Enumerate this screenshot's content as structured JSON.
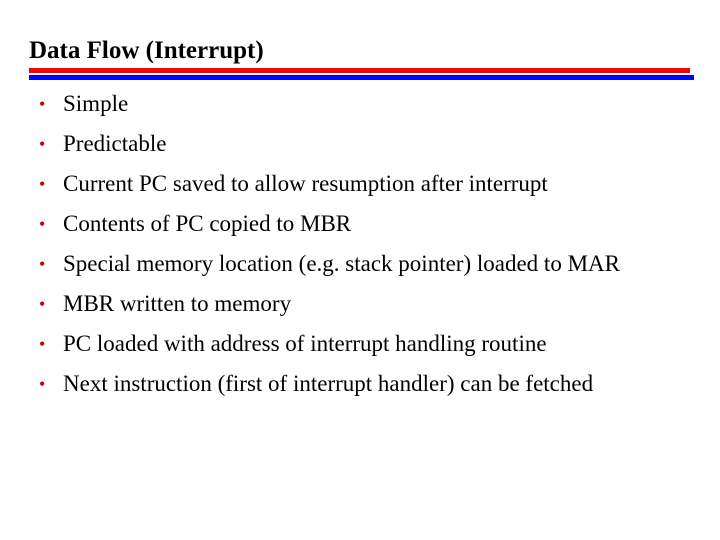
{
  "slide": {
    "title": "Data Flow (Interrupt)",
    "divider": {
      "top_color": "#ff0000",
      "bottom_color": "#0000ff"
    },
    "bullet_glyph": "•",
    "bullet_color": "#cc0000",
    "text_color": "#000000",
    "background_color": "#ffffff",
    "bullets": [
      {
        "text": "Simple"
      },
      {
        "text": "Predictable"
      },
      {
        "text": "Current PC saved to allow resumption after interrupt"
      },
      {
        "text": "Contents of PC copied to MBR"
      },
      {
        "text": "Special memory location (e.g. stack pointer) loaded to MAR"
      },
      {
        "text": "MBR written to memory"
      },
      {
        "text": "PC loaded with address of interrupt handling routine"
      },
      {
        "text": "Next instruction (first of interrupt handler) can be fetched"
      }
    ]
  }
}
